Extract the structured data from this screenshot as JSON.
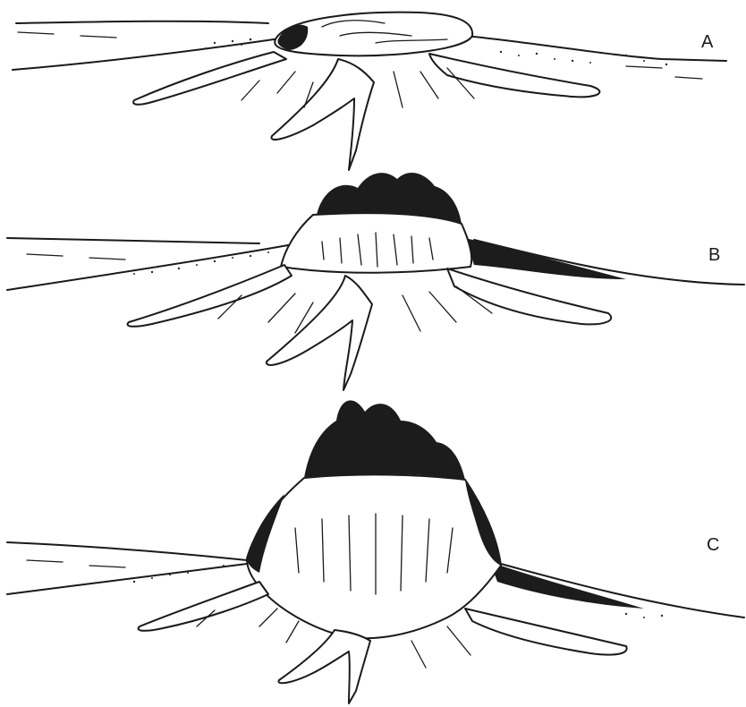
{
  "figure": {
    "stages": [
      {
        "id": "A",
        "label": "A"
      },
      {
        "id": "B",
        "label": "B"
      },
      {
        "id": "C",
        "label": "C"
      }
    ]
  },
  "colors": {
    "ink": "#1a1a1a",
    "paper": "#ffffff"
  }
}
